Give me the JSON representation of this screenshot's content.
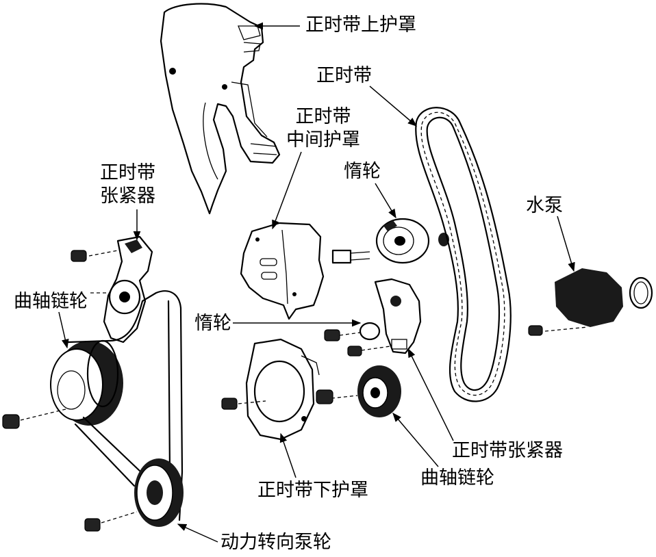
{
  "labels": {
    "upper_cover": "正时带上护罩",
    "timing_belt": "正时带",
    "middle_cover": "正时带\n中间护罩",
    "idler_top": "惰轮",
    "water_pump": "水泵",
    "tensioner_left": "正时带\n张紧器",
    "crank_sprocket_left": "曲轴链轮",
    "idler_middle": "惰轮",
    "tensioner_right": "正时带张紧器",
    "crank_sprocket_right": "曲轴链轮",
    "lower_cover": "正时带下护罩",
    "power_steering_pulley": "动力转向泵轮"
  }
}
